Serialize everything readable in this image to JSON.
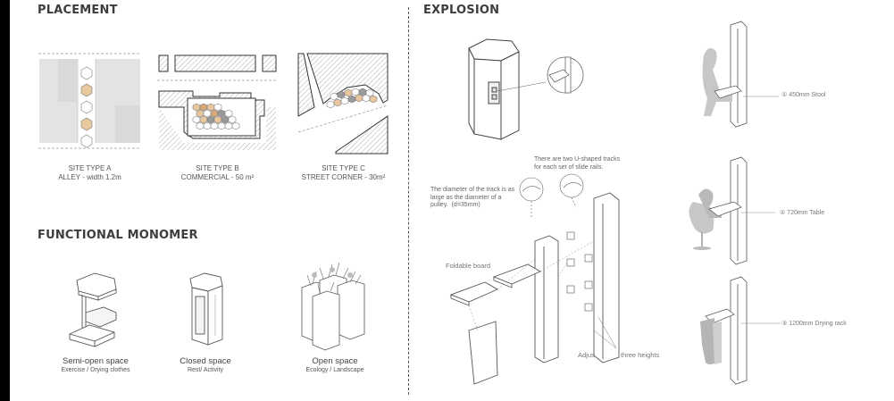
{
  "sections": {
    "placement": "PLACEMENT",
    "functional": "FUNCTIONAL MONOMER",
    "explosion": "EXPLOSION"
  },
  "sites": [
    {
      "title": "SITE TYPE A",
      "detail": "ALLEY - width 1.2m"
    },
    {
      "title": "SITE TYPE B",
      "detail": "COMMERCIAL - 50 m²"
    },
    {
      "title": "SITE TYPE C",
      "detail": "STREET CORNER - 30m²"
    }
  ],
  "monomers": [
    {
      "title": "Semi-open space",
      "detail": "Exercise / Drying clothes"
    },
    {
      "title": "Closed space",
      "detail": "Rest/ Activity"
    },
    {
      "title": "Open space",
      "detail": "Ecology / Landscape"
    }
  ],
  "notes": {
    "tracks": "There are two U-shaped tracks\nfor each set of slide rails.",
    "diameter": "The diameter of the track is as\nlarge as the diameter of a\npulley.  (d=35mm)",
    "foldable": "Foldable board",
    "adjustable": "Adjustable for three heights"
  },
  "uses": [
    {
      "label": "① 450mm Stool"
    },
    {
      "label": "② 720mm Table"
    },
    {
      "label": "③ 1200mm Drying rack"
    }
  ],
  "colors": {
    "accent": "#e9c8a0",
    "accent_dark": "#d8a878",
    "grey": "#9a9a9a",
    "line": "#555555"
  }
}
